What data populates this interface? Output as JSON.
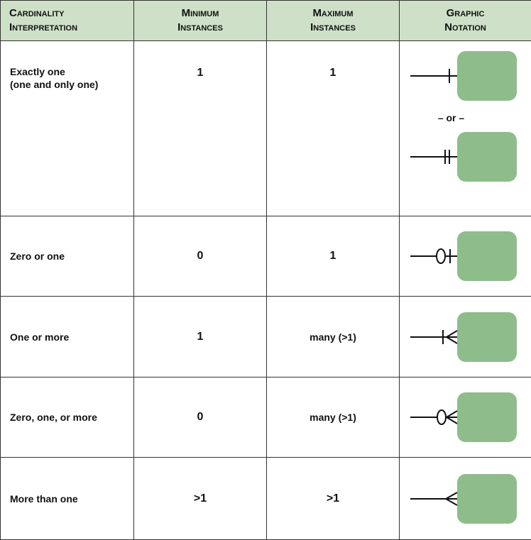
{
  "headers": [
    "Cardinality Interpretation",
    "Minimum Instances",
    "Maximum Instances",
    "Graphic Notation"
  ],
  "header_lines": [
    [
      "Cardinality",
      "Interpretation"
    ],
    [
      "Minimum",
      "Instances"
    ],
    [
      "Maximum",
      "Instances"
    ],
    [
      "Graphic",
      "Notation"
    ]
  ],
  "rows": [
    {
      "interpretation": [
        "Exactly one",
        "(one and only one)"
      ],
      "min": "1",
      "max": "1",
      "notation": [
        "one",
        "one-mandatory"
      ],
      "separator": "– or –"
    },
    {
      "interpretation": [
        "Zero or one"
      ],
      "min": "0",
      "max": "1",
      "notation": [
        "zero-or-one"
      ]
    },
    {
      "interpretation": [
        "One or more"
      ],
      "min": "1",
      "max": "many (>1)",
      "notation": [
        "one-or-more"
      ]
    },
    {
      "interpretation": [
        "Zero, one, or more"
      ],
      "min": "0",
      "max": "many (>1)",
      "notation": [
        "zero-one-or-more"
      ]
    },
    {
      "interpretation": [
        "More than one"
      ],
      "min": ">1",
      "max": ">1",
      "notation": [
        "more-than-one"
      ]
    }
  ],
  "colors": {
    "header_bg": "#cfe0c8",
    "entity_fill": "#8fbc8b",
    "line": "#111111"
  }
}
